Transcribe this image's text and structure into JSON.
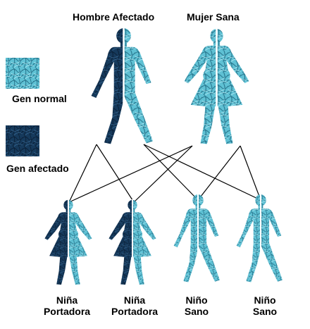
{
  "parents": {
    "father_label": "Hombre Afectado",
    "mother_label": "Mujer Sana"
  },
  "legend": {
    "normal_label": "Gen normal",
    "affected_label": "Gen afectado"
  },
  "children": [
    {
      "line1": "Niña",
      "line2": "Portadora"
    },
    {
      "line1": "Niña",
      "line2": "Portadora"
    },
    {
      "line1": "Niño",
      "line2": "Sano"
    },
    {
      "line1": "Niño",
      "line2": "Sano"
    }
  ],
  "colors": {
    "normal_gene": "#5fc1d4",
    "normal_gene_dark": "#2a8aa0",
    "affected_gene": "#163a5c",
    "affected_gene_dark": "#0a1f36",
    "line": "#000000",
    "divider": "#ffffff"
  }
}
